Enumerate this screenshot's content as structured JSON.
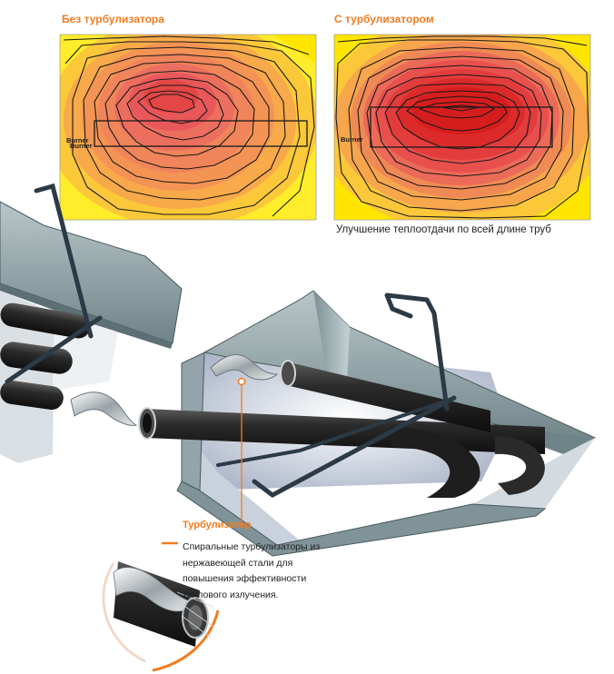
{
  "colors": {
    "accent": "#f07c21",
    "heat_low": "#ffe600",
    "heat_mid": "#f6a04d",
    "heat_high": "#e83a3a",
    "heat_peak": "#d51d1d",
    "contour": "#1a1a1a",
    "metal": "#8fa3a8"
  },
  "panels": {
    "left": {
      "title": "Без турбулизатора",
      "burner_label_1": "Burner",
      "burner_label_2": "Burner"
    },
    "right": {
      "title": "С турбулизатором",
      "burner_label": "Burner",
      "caption": "Улучшение теплоотдачи по всей длине труб"
    }
  },
  "callout": {
    "title": "Турбулизатор",
    "text": "Спиральные турбулизаторы из нержавеющей стали для повышения эффективности теплового излучения."
  }
}
